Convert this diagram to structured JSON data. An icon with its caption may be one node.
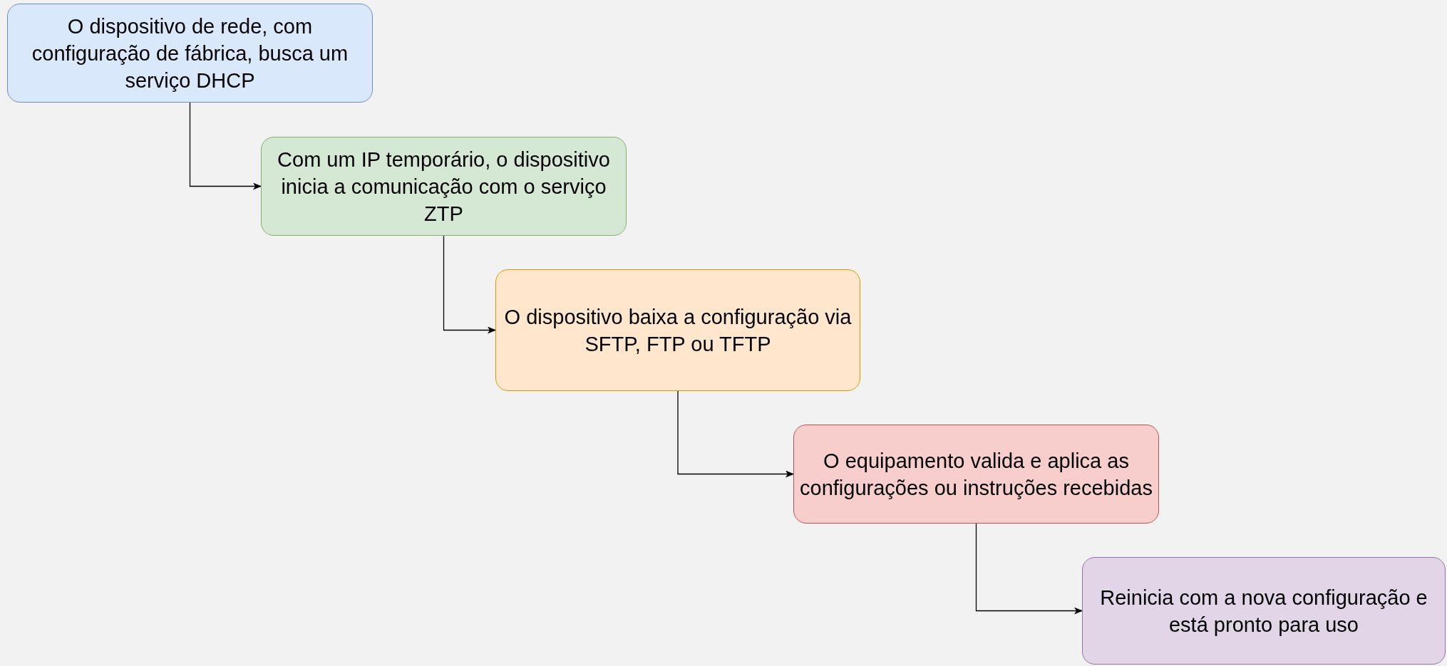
{
  "diagram": {
    "nodes": [
      {
        "text": [
          "O dispositivo de rede, com configuração de fábrica, busca um serviço DHCP"
        ]
      },
      {
        "text": [
          "Com um IP temporário, o dispositivo inicia a comunicação com o serviço ZTP"
        ]
      },
      {
        "text": [
          "O dispositivo baixa a configuração via SFTP, FTP ou TFTP"
        ]
      },
      {
        "text": [
          "O equipamento valida e aplica as configurações ou instruções recebidas"
        ]
      },
      {
        "text": [
          "Reinicia com a nova configuração e está pronto para uso"
        ]
      }
    ],
    "edges": [
      {
        "from": 0,
        "to": 1,
        "arrow": "to"
      },
      {
        "from": 1,
        "to": 2,
        "arrow": "to"
      },
      {
        "from": 2,
        "to": 3,
        "arrow": "to"
      },
      {
        "from": 3,
        "to": 4,
        "arrow": "to"
      }
    ]
  }
}
